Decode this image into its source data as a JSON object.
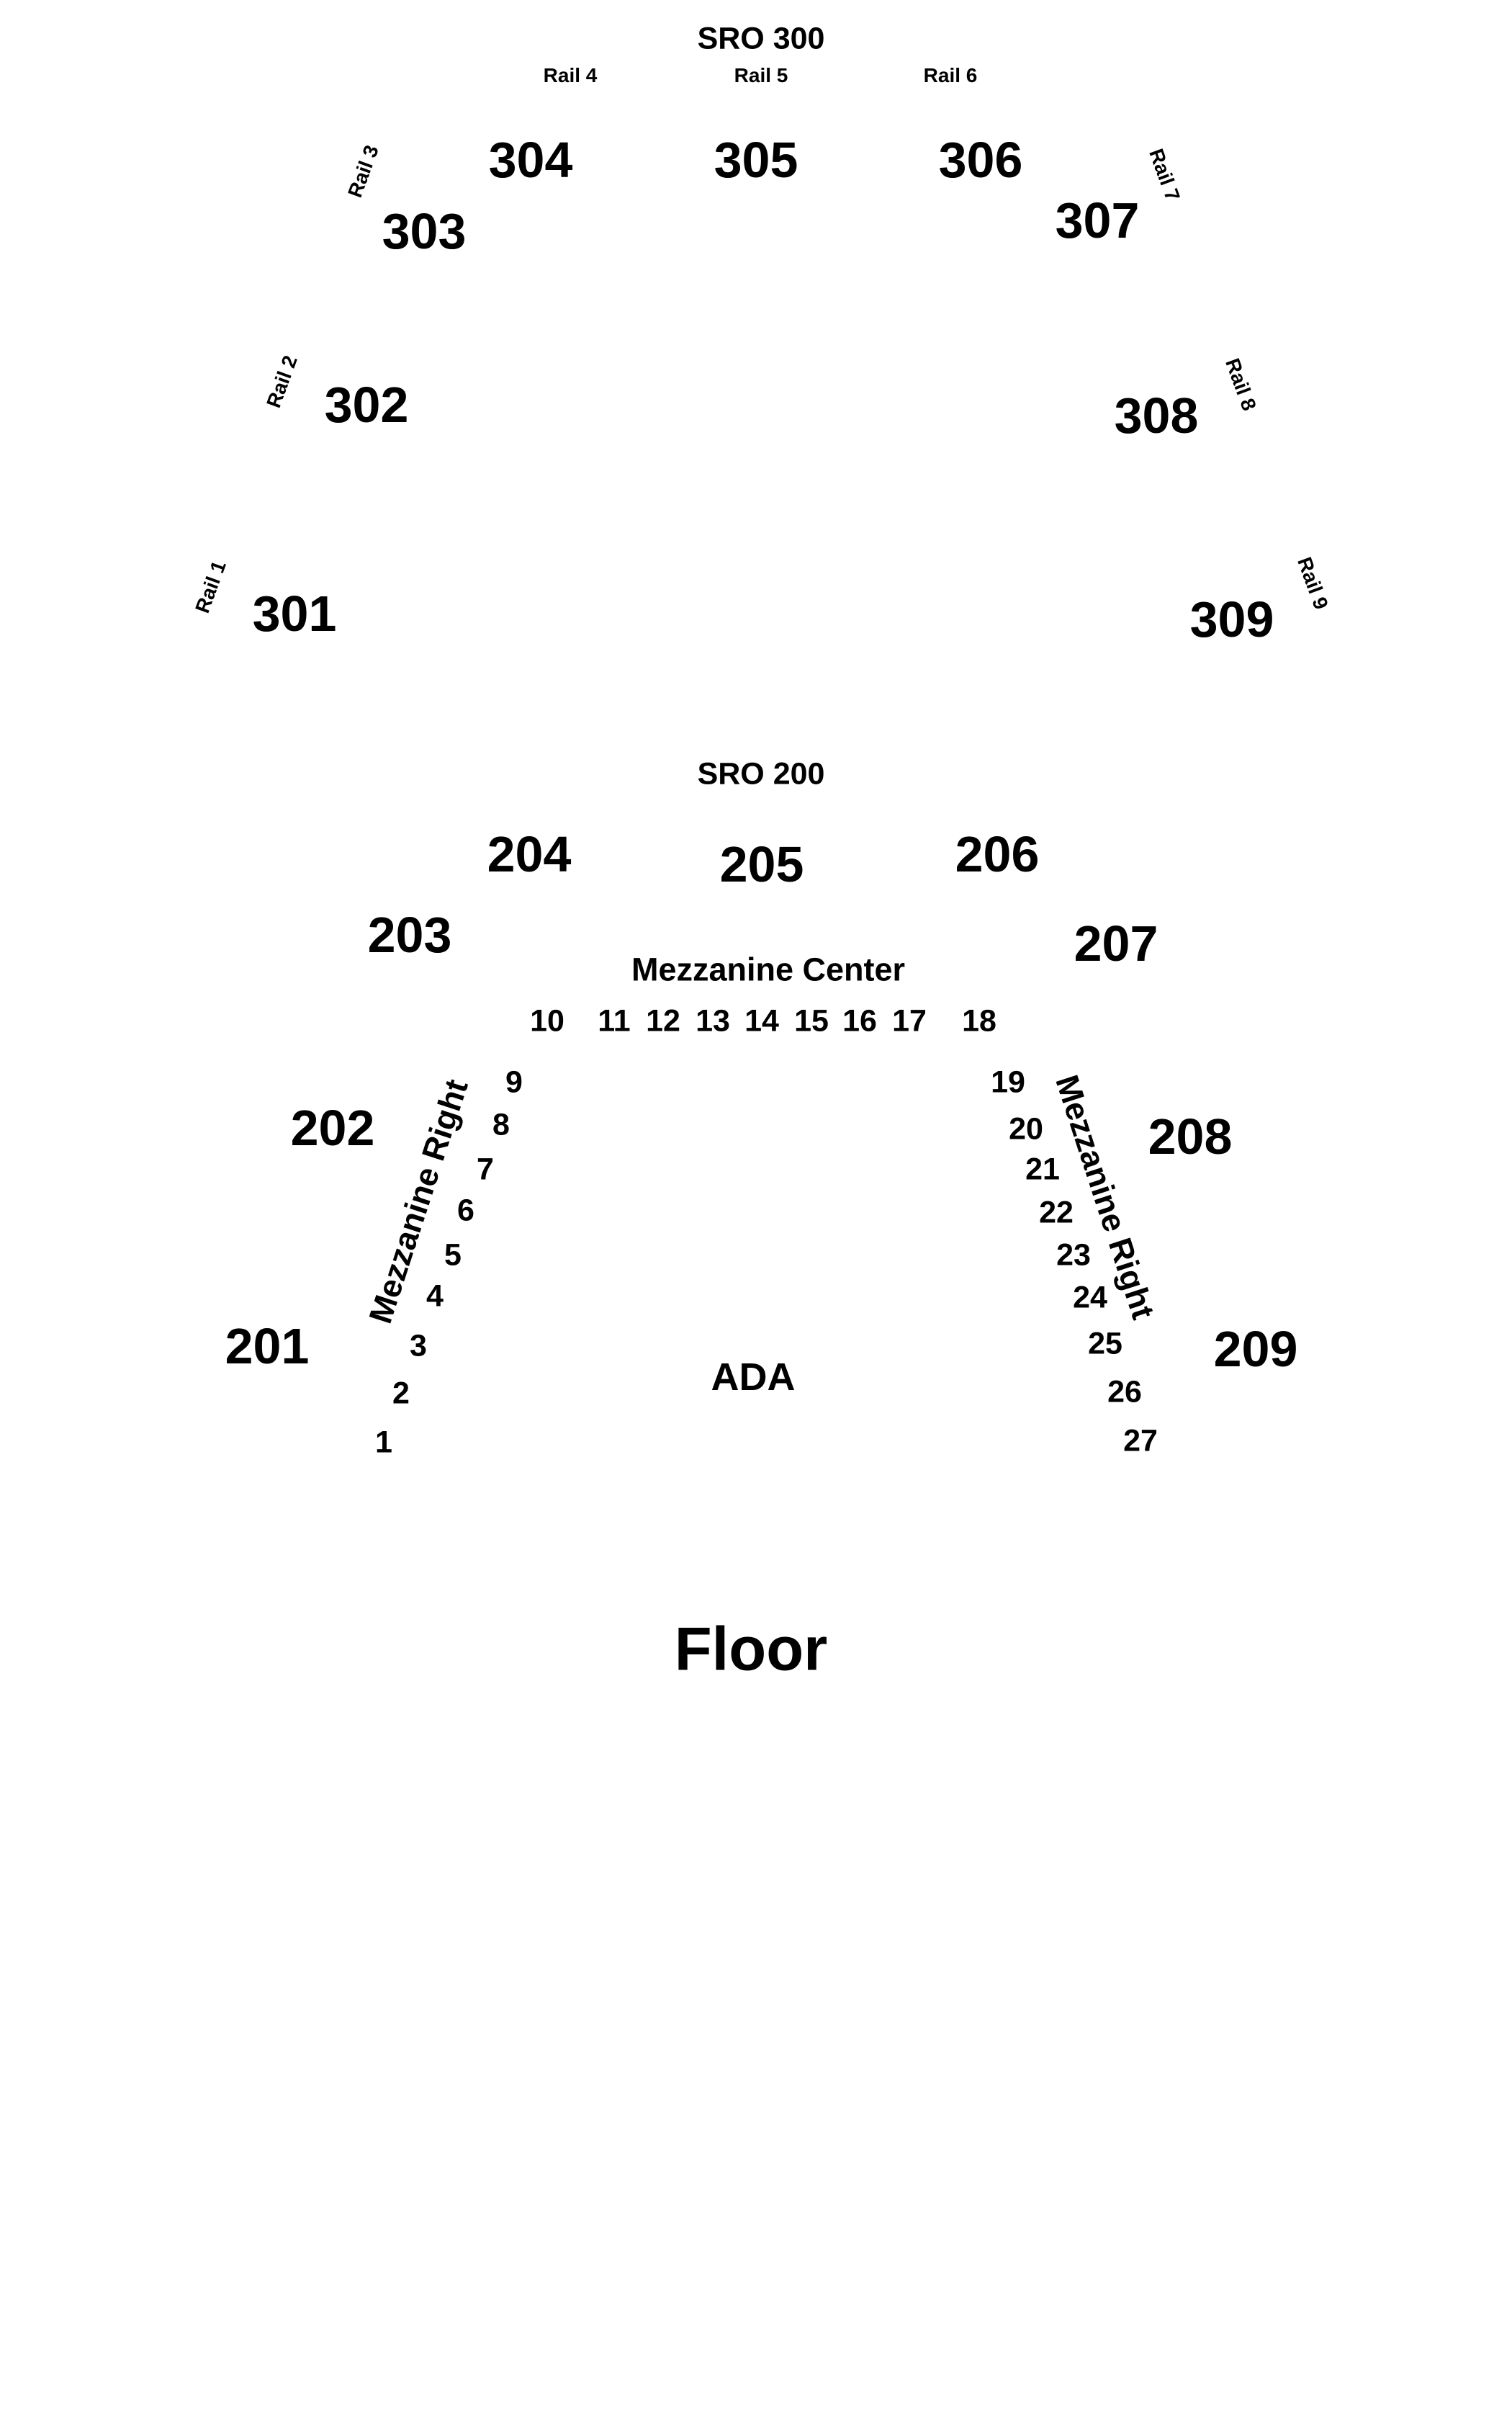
{
  "upper": {
    "sro": "SRO 300",
    "rails": [
      "Rail 1",
      "Rail 2",
      "Rail 3",
      "Rail 4",
      "Rail 5",
      "Rail 6",
      "Rail 7",
      "Rail 8",
      "Rail 9"
    ],
    "sections": [
      "301",
      "302",
      "303",
      "304",
      "305",
      "306",
      "307",
      "308",
      "309"
    ]
  },
  "mezzanine": {
    "sro": "SRO 200",
    "sections": [
      "201",
      "202",
      "203",
      "204",
      "205",
      "206",
      "207",
      "208",
      "209"
    ],
    "center_label": "Mezzanine Center",
    "left_label": "Mezzanine Right",
    "right_label": "Mezzanine Right",
    "boxes": [
      "1",
      "2",
      "3",
      "4",
      "5",
      "6",
      "7",
      "8",
      "9",
      "10",
      "11",
      "12",
      "13",
      "14",
      "15",
      "16",
      "17",
      "18",
      "19",
      "20",
      "21",
      "22",
      "23",
      "24",
      "25",
      "26",
      "27"
    ],
    "ada": "ADA"
  },
  "floor": "Floor"
}
